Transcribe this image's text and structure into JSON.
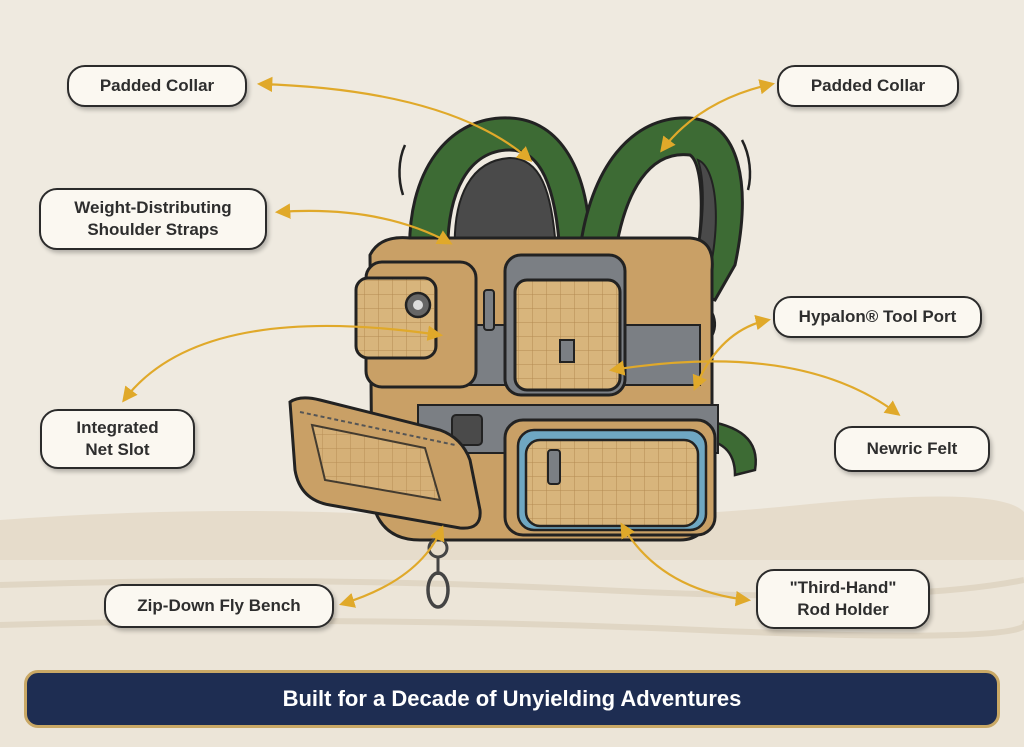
{
  "labels": {
    "padded_collar_left": "Padded Collar",
    "padded_collar_right": "Padded Collar",
    "shoulder_straps": "Weight-Distributing\nShoulder Straps",
    "tool_port": "Hypalon® Tool Port",
    "net_slot": "Integrated\nNet Slot",
    "newric_felt": "Newric Felt",
    "fly_bench": "Zip-Down Fly Bench",
    "rod_holder": "\"Third-Hand\"\nRod Holder"
  },
  "banner": {
    "text": "Built for a Decade of Unyielding Adventures"
  },
  "colors": {
    "background": "#efeae0",
    "vest_tan": "#c9a066",
    "strap_green": "#3d6b34",
    "arrow_gold": "#e0a92a",
    "banner_navy": "#1e2d52",
    "banner_border": "#c9a865"
  }
}
